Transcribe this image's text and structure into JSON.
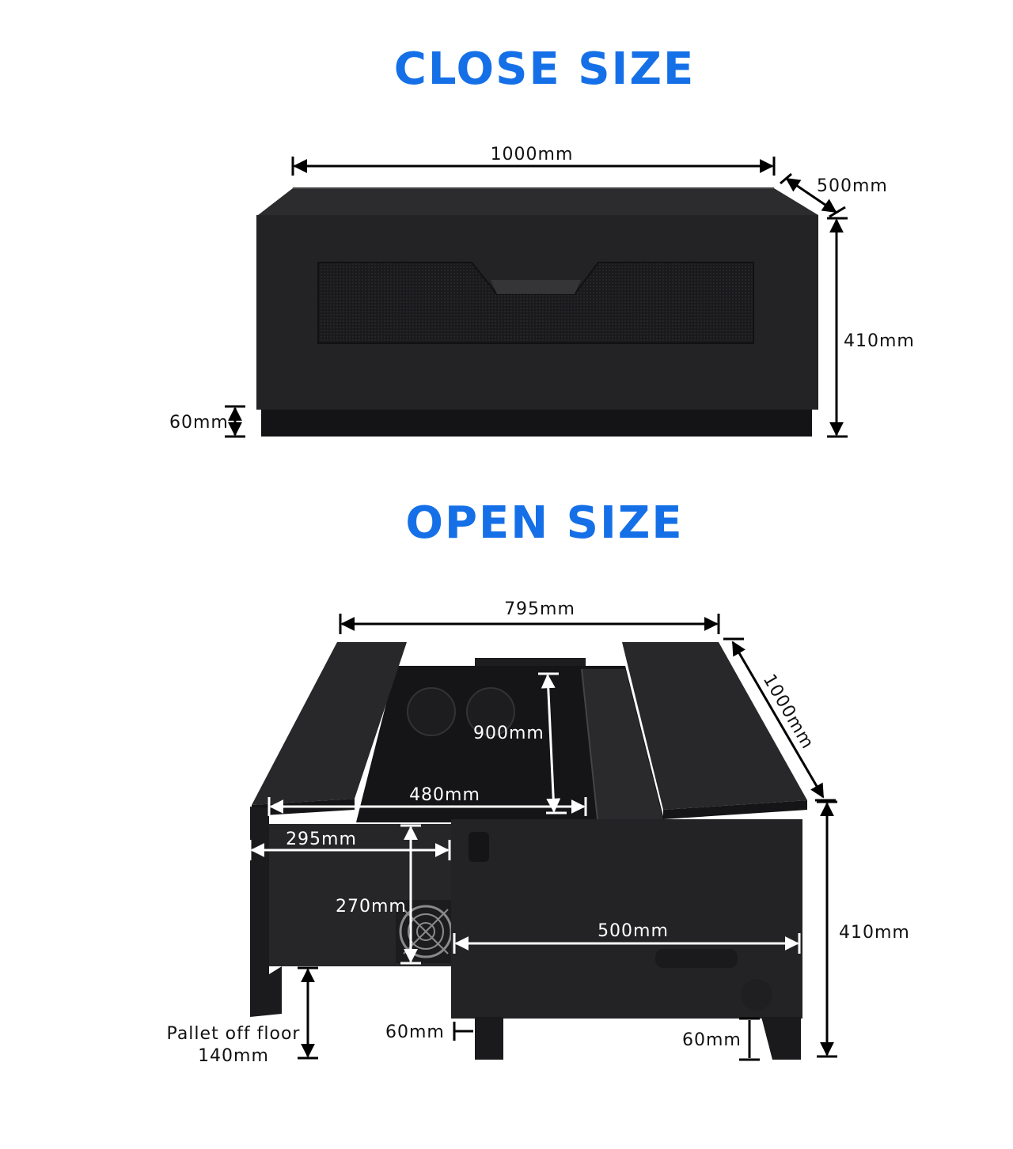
{
  "colors": {
    "title": "#1570e8",
    "cabinet": "#232325",
    "cabinet_dark": "#141416",
    "cabinet_light": "#3a3a3d"
  },
  "close_section": {
    "title": "CLOSE SIZE",
    "width_label": "1000mm",
    "depth_label": "500mm",
    "height_label": "410mm",
    "base_label": "60mm"
  },
  "open_section": {
    "title": "OPEN SIZE",
    "top_width_label": "795mm",
    "length_label": "1000mm",
    "inner_depth_label": "900mm",
    "inner_width_label": "480mm",
    "side_width_label": "295mm",
    "side_height_label": "270mm",
    "main_width_label": "500mm",
    "height_label": "410mm",
    "pallet_label_line1": "Pallet off floor",
    "pallet_label_line2": "140mm",
    "left_foot_label": "60mm",
    "right_foot_label": "60mm"
  }
}
